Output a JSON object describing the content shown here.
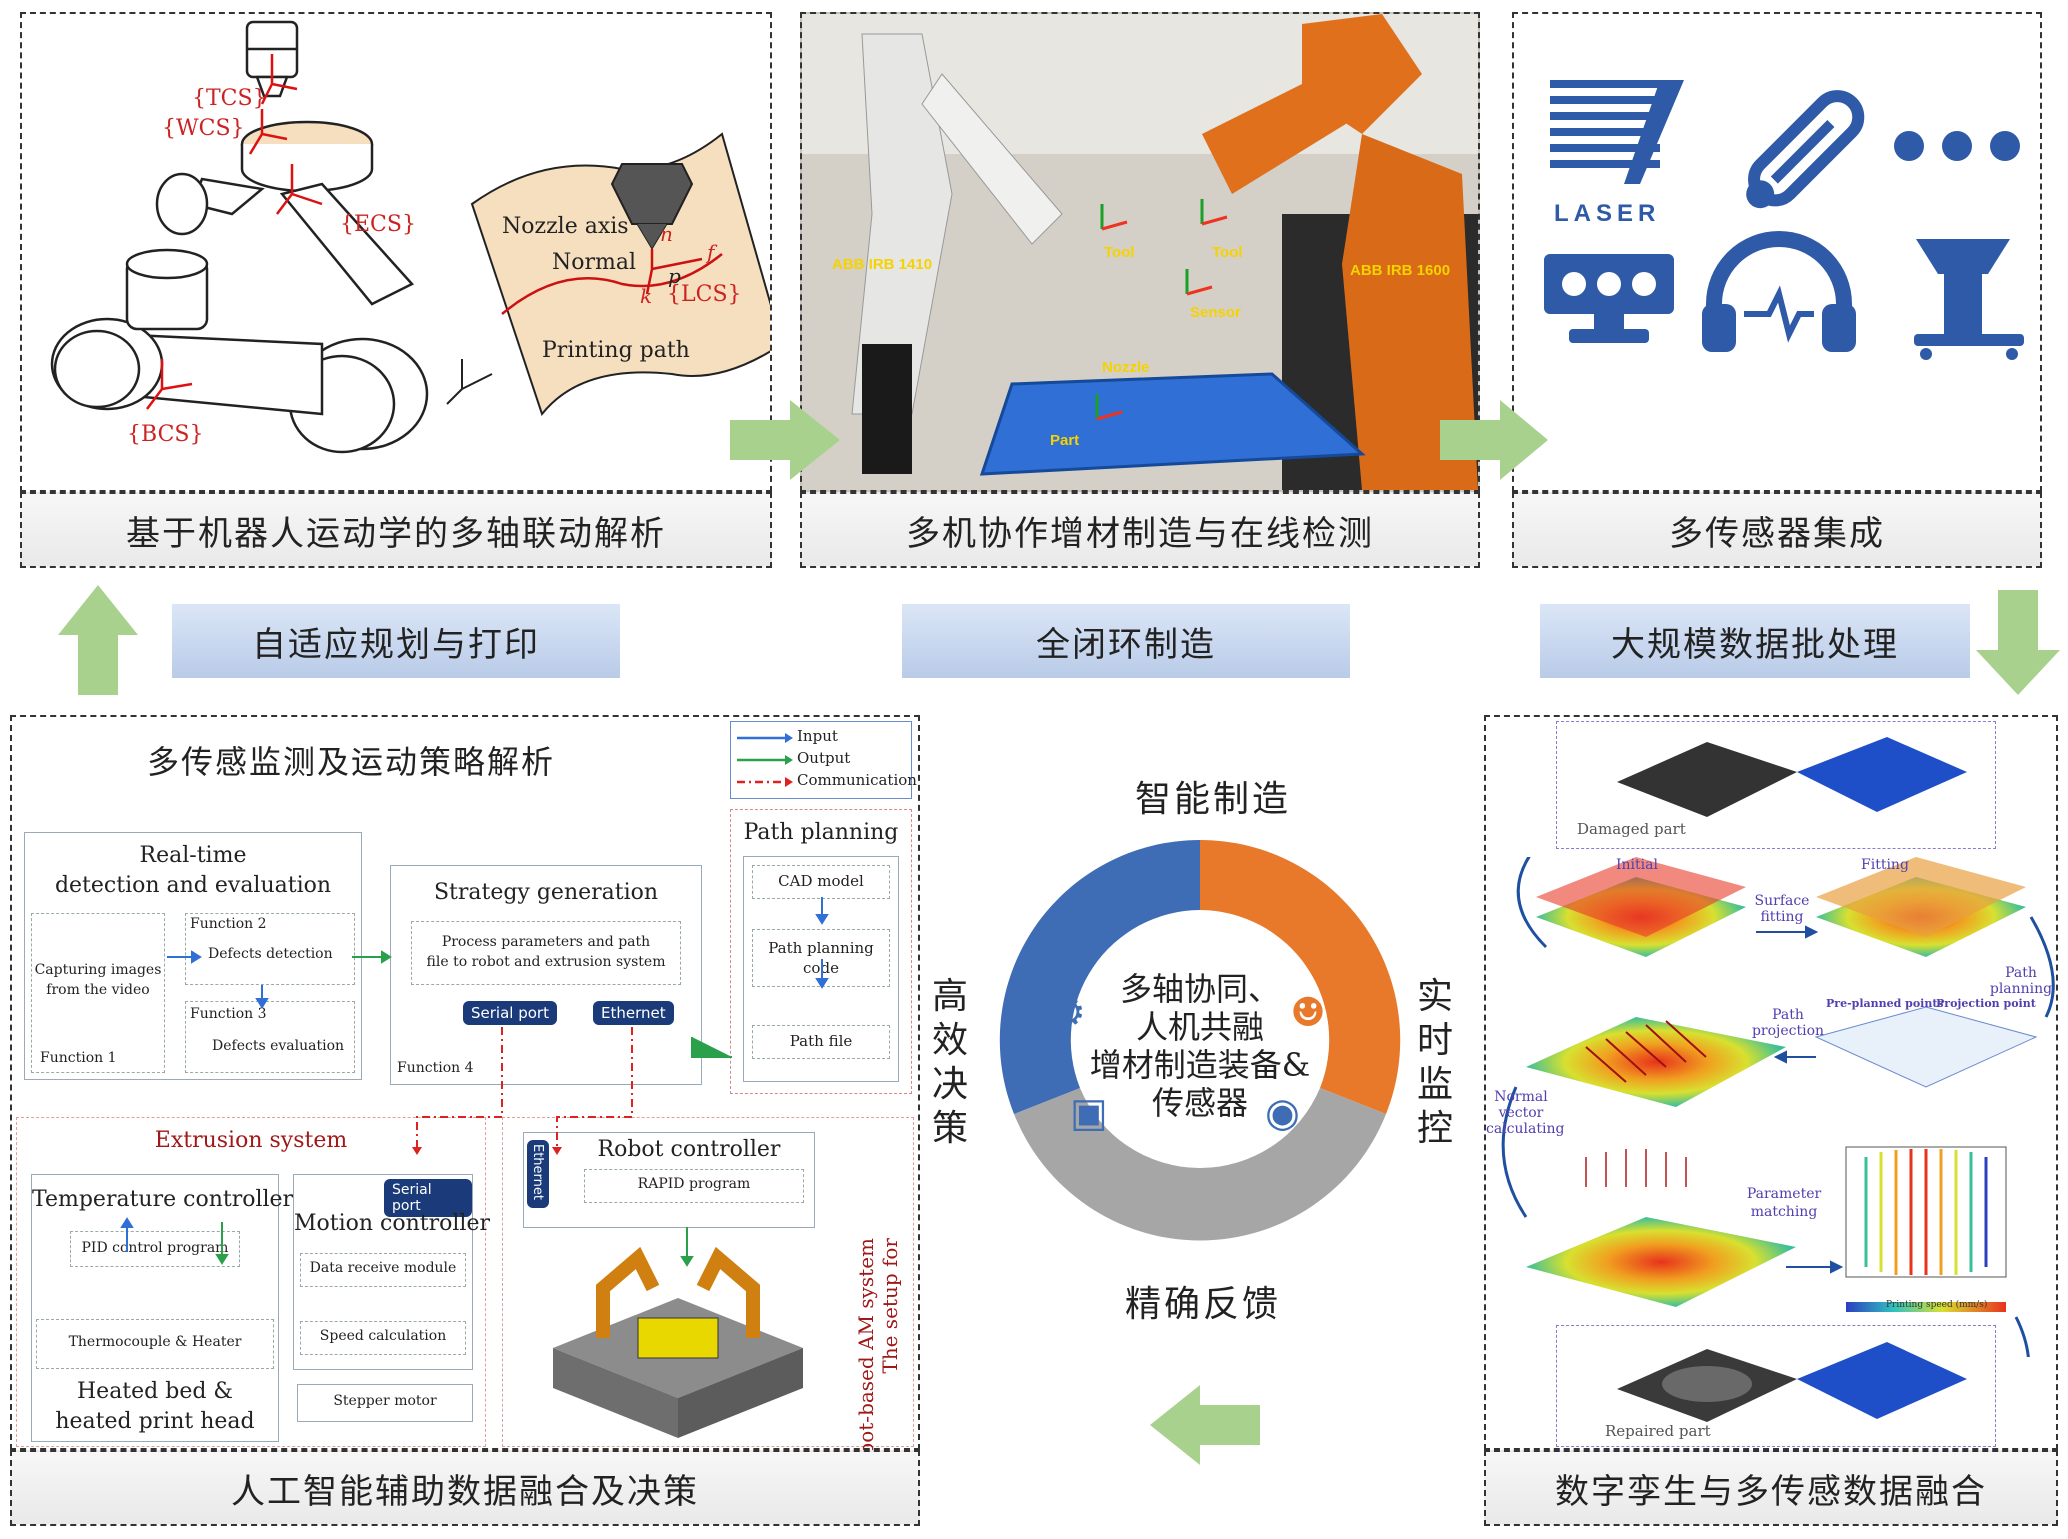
{
  "captions": {
    "kinematics": "基于机器人运动学的多轴联动解析",
    "collab": "多机协作增材制造与在线检测",
    "sensors": "多传感器集成",
    "ai": "人工智能辅助数据融合及决策",
    "twin": "数字孪生与多传感数据融合"
  },
  "banners": {
    "adaptive": "自适应规划与打印",
    "closed_loop": "全闭环制造",
    "batch": "大规模数据批处理"
  },
  "kinematics": {
    "tcs": "{TCS}",
    "wcs": "{WCS}",
    "ecs": "{ECS}",
    "bcs": "{BCS}",
    "nozzle_axis": "Nozzle axis",
    "normal": "Normal",
    "lcs": "{LCS}",
    "printing_path": "Printing path",
    "n": "n",
    "f": "f",
    "p": "p",
    "k": "k"
  },
  "photo": {
    "left_robot": "ABB IRB 1410",
    "right_robot": "ABB IRB 1600",
    "tool1": "Tool",
    "tool2": "Tool",
    "sensor": "Sensor",
    "nozzle": "Nozzle",
    "part": "Part"
  },
  "sensor_icons": {
    "laser": "LASER",
    "more": "..."
  },
  "center": {
    "top": "智能制造",
    "bottom": "精确反馈",
    "left": "高效决策",
    "right": "实时监控",
    "line1": "多轴协同、",
    "line2": "人机共融",
    "line3": "增材制造装备&",
    "line4": "传感器",
    "colors": {
      "orange": "#e8782a",
      "blue": "#3f6db5",
      "gray": "#a6a6a6"
    }
  },
  "ai_panel": {
    "title": "多传感监测及运动策略解析",
    "legend": {
      "input": "Input",
      "output": "Output",
      "communication": "Communication"
    },
    "realtime_title_1": "Real-time",
    "realtime_title_2": "detection and evaluation",
    "capturing_1": "Capturing images",
    "capturing_2": "from the video",
    "function1": "Function 1",
    "function2": "Function 2",
    "defects_detection": "Defects detection",
    "function3": "Function 3",
    "defects_evaluation": "Defects evaluation",
    "strategy_title": "Strategy generation",
    "strategy_text_1": "Process parameters and path",
    "strategy_text_2": "file to robot and extrusion system",
    "serial_port": "Serial port",
    "ethernet": "Ethernet",
    "function4": "Function 4",
    "path_planning": "Path planning",
    "cad_model": "CAD model",
    "path_code_1": "Path planning",
    "path_code_2": "code",
    "path_file": "Path file",
    "extrusion_title": "Extrusion system",
    "temp_controller": "Temperature controller",
    "pid": "PID control program",
    "thermo": "Thermocouple & Heater",
    "heated_1": "Heated bed &",
    "heated_2": "heated print head",
    "motion_serial": "Serial port",
    "motion_controller": "Motion controller",
    "data_receive": "Data receive module",
    "speed_calc": "Speed calculation",
    "stepper": "Stepper motor",
    "robot_controller": "Robot controller",
    "ethernet_v": "Ethernet",
    "rapid": "RAPID program",
    "setup_1": "The setup for",
    "setup_2": "robot-based AM system"
  },
  "twin_panel": {
    "damaged": "Damaged part",
    "initial": "Initial",
    "fitting": "Fitting",
    "surface_fitting_1": "Surface",
    "surface_fitting_2": "fitting",
    "path_planning_1": "Path",
    "path_planning_2": "planning",
    "pre_planned": "Pre-planned points",
    "projection_point": "Projection point",
    "path_projection_1": "Path",
    "path_projection_2": "projection",
    "normal_1": "Normal",
    "normal_2": "vector",
    "normal_3": "calculating",
    "param_1": "Parameter",
    "param_2": "matching",
    "speed_label": "Printing speed (mm/s)",
    "repaired": "Repaired part"
  }
}
